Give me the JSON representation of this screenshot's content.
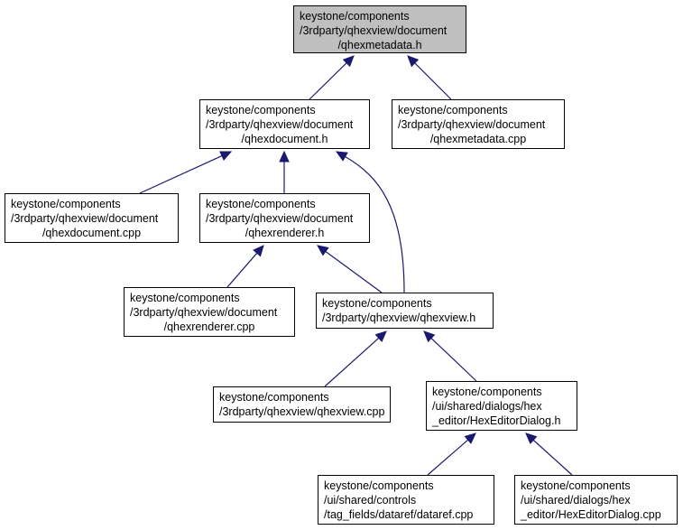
{
  "diagram": {
    "type": "include-dependency-graph",
    "edge_color": "#191970",
    "root_fill": "#bfbfbf",
    "nodes": [
      {
        "id": "n0",
        "lines": [
          "keystone/components",
          "/3rdparty/qhexview/document",
          "/qhexmetadata.h"
        ],
        "root": true
      },
      {
        "id": "n1",
        "lines": [
          "keystone/components",
          "/3rdparty/qhexview/document",
          "/qhexdocument.h"
        ]
      },
      {
        "id": "n2",
        "lines": [
          "keystone/components",
          "/3rdparty/qhexview/document",
          "/qhexmetadata.cpp"
        ]
      },
      {
        "id": "n3",
        "lines": [
          "keystone/components",
          "/3rdparty/qhexview/document",
          "/qhexdocument.cpp"
        ]
      },
      {
        "id": "n4",
        "lines": [
          "keystone/components",
          "/3rdparty/qhexview/document",
          "/qhexrenderer.h"
        ]
      },
      {
        "id": "n5",
        "lines": [
          "keystone/components",
          "/3rdparty/qhexview/document",
          "/qhexrenderer.cpp"
        ]
      },
      {
        "id": "n6",
        "lines": [
          "keystone/components",
          "/3rdparty/qhexview/qhexview.h"
        ]
      },
      {
        "id": "n7",
        "lines": [
          "keystone/components",
          "/3rdparty/qhexview/qhexview.cpp"
        ]
      },
      {
        "id": "n8",
        "lines": [
          "keystone/components",
          "/ui/shared/dialogs/hex",
          "_editor/HexEditorDialog.h"
        ]
      },
      {
        "id": "n9",
        "lines": [
          "keystone/components",
          "/ui/shared/controls",
          "/tag_fields/dataref/dataref.cpp"
        ]
      },
      {
        "id": "n10",
        "lines": [
          "keystone/components",
          "/ui/shared/dialogs/hex",
          "_editor/HexEditorDialog.cpp"
        ]
      }
    ],
    "edges": [
      {
        "from": "n1",
        "to": "n0"
      },
      {
        "from": "n2",
        "to": "n0"
      },
      {
        "from": "n3",
        "to": "n1"
      },
      {
        "from": "n4",
        "to": "n1"
      },
      {
        "from": "n6",
        "to": "n1"
      },
      {
        "from": "n5",
        "to": "n4"
      },
      {
        "from": "n6",
        "to": "n4"
      },
      {
        "from": "n7",
        "to": "n6"
      },
      {
        "from": "n8",
        "to": "n6"
      },
      {
        "from": "n9",
        "to": "n8"
      },
      {
        "from": "n10",
        "to": "n8"
      }
    ]
  }
}
